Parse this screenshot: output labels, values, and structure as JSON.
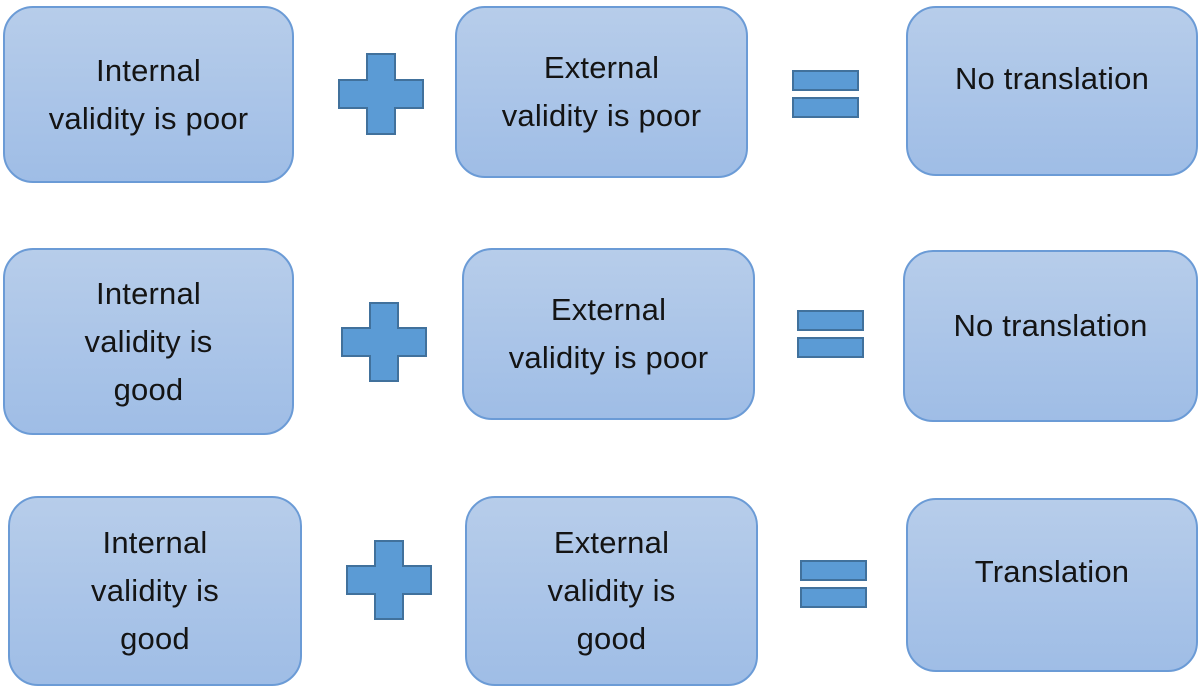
{
  "colors": {
    "box_fill_top": "#b7cdea",
    "box_fill_bottom": "#9fbde6",
    "box_border": "#6b9bd6",
    "symbol_fill": "#5b9bd5",
    "symbol_stroke": "#41719c"
  },
  "rows": [
    {
      "internal": {
        "line1": "Internal",
        "line2": "validity is poor",
        "line3": ""
      },
      "operator": "plus-icon",
      "external": {
        "line1": "External",
        "line2": "validity is poor",
        "line3": ""
      },
      "equals": "equals-icon",
      "result": "No translation"
    },
    {
      "internal": {
        "line1": "Internal",
        "line2": "validity is",
        "line3": "good"
      },
      "operator": "plus-icon",
      "external": {
        "line1": "External",
        "line2": "validity is poor",
        "line3": ""
      },
      "equals": "equals-icon",
      "result": "No translation"
    },
    {
      "internal": {
        "line1": "Internal",
        "line2": "validity is",
        "line3": "good"
      },
      "operator": "plus-icon",
      "external": {
        "line1": "External",
        "line2": "validity is",
        "line3": "good"
      },
      "equals": "equals-icon",
      "result": "Translation"
    }
  ]
}
